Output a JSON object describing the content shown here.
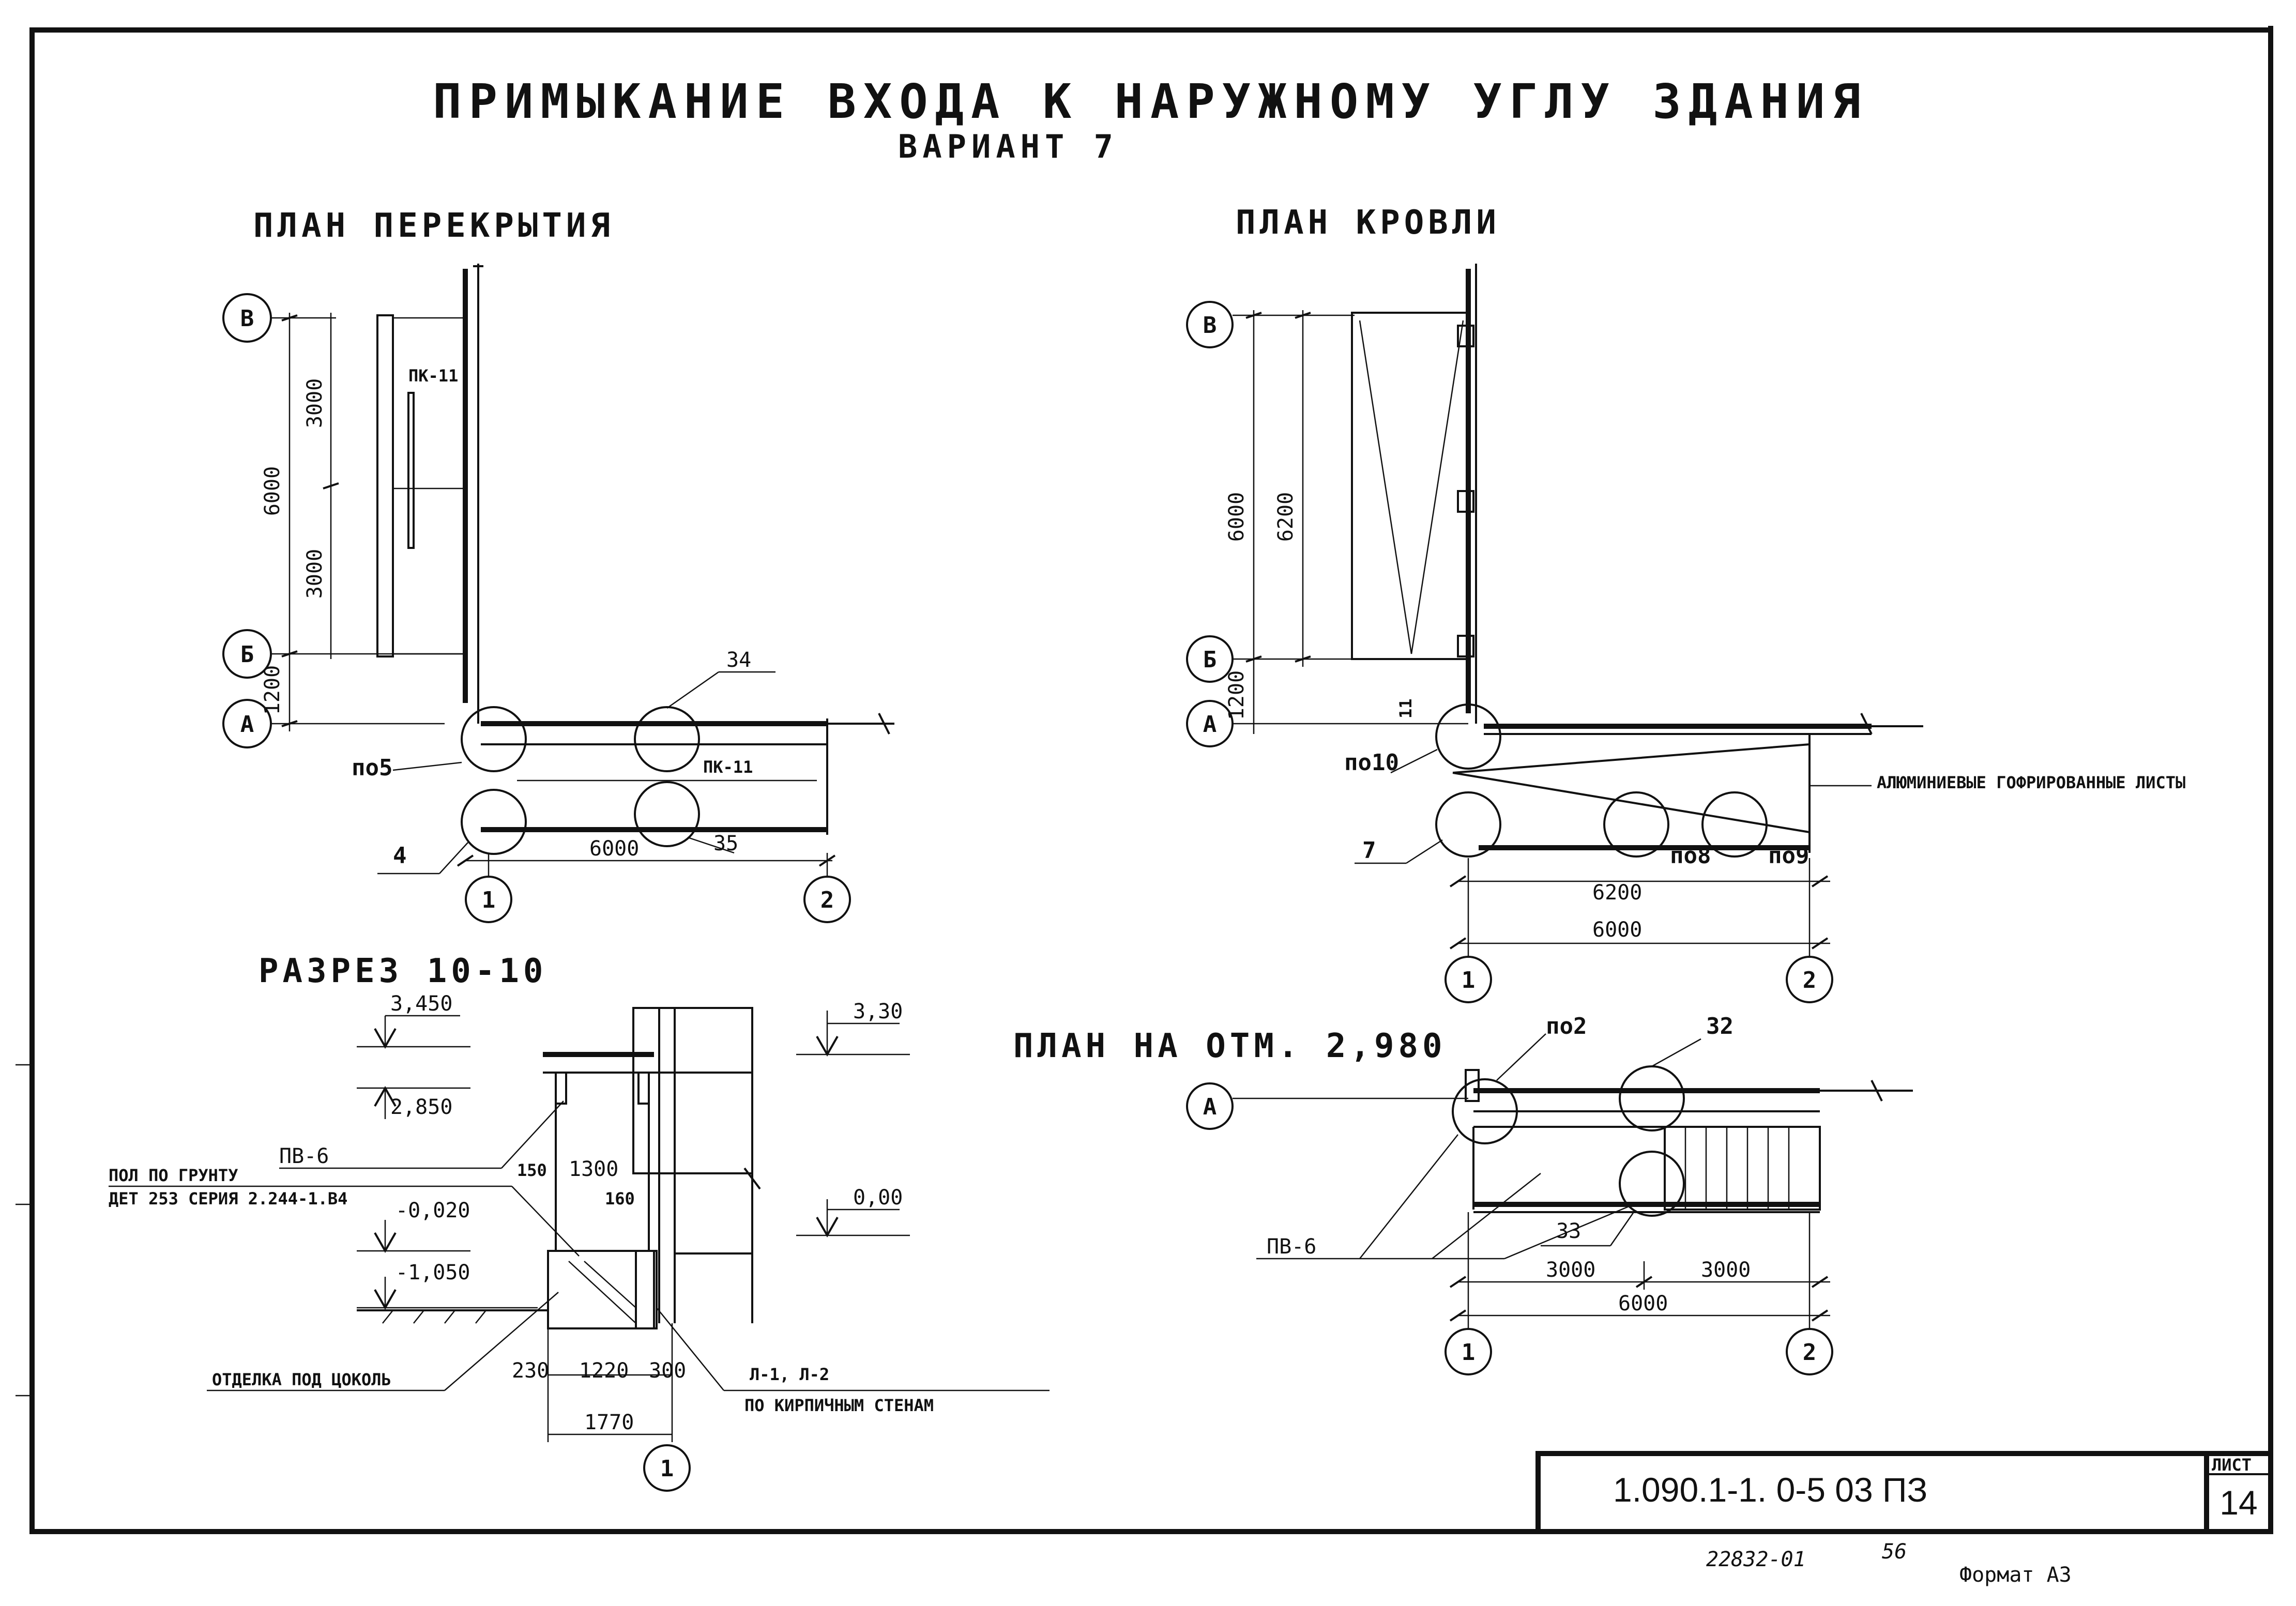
{
  "title": "ПРИМЫКАНИЕ ВХОДА К НАРУЖНОМУ УГЛУ ЗДАНИЯ",
  "variant": "ВАРИАНТ 7",
  "views": {
    "floor_plan": {
      "heading": "ПЛАН ПЕРЕКРЫТИЯ",
      "axes": {
        "top": "В",
        "mid": "Б",
        "low": "А",
        "left": "1",
        "right": "2"
      },
      "dims": {
        "total": "6000",
        "half_top": "3000",
        "half_bottom": "3000",
        "offset": "1200",
        "span": "6000"
      },
      "labels": {
        "panel_top": "ПК-11",
        "panel_bottom": "ПК-11",
        "node_left": "по5",
        "node_low": "4",
        "ref_34": "34",
        "ref_35": "35"
      }
    },
    "roof_plan": {
      "heading": "ПЛАН КРОВЛИ",
      "axes": {
        "top": "В",
        "mid": "Б",
        "low": "А",
        "left": "1",
        "right": "2"
      },
      "dims": {
        "total": "6000",
        "inner": "6200",
        "offset": "1200",
        "span_a": "6200",
        "span_b": "6000",
        "small": "11"
      },
      "labels": {
        "node_10": "по10",
        "node_7": "7",
        "node_8": "по8",
        "node_9": "по9",
        "note": "АЛЮМИНИЕВЫЕ ГОФРИРОВАННЫЕ ЛИСТЫ"
      }
    },
    "section": {
      "heading": "РАЗРЕЗ 10-10",
      "levels": {
        "l1": "3,450",
        "l2": "2,850",
        "l3": "-0,020",
        "l4": "-1,050",
        "l5": "3,30",
        "l6": "0,00"
      },
      "dims": {
        "d150": "150",
        "d1300": "1300",
        "d160": "160",
        "d230": "230",
        "d1220": "1220",
        "d300": "300",
        "d1770": "1770"
      },
      "labels": {
        "pv6": "ПВ-6",
        "floor_note_1": "ПОЛ ПО ГРУНТУ",
        "floor_note_2": "ДЕТ 253 СЕРИЯ 2.244-1.В4",
        "finish_note": "ОТДЕЛКА ПОД ЦОКОЛЬ",
        "wall_note_1": "Л-1, Л-2",
        "wall_note_2": "ПО КИРПИЧНЫМ СТЕНАМ",
        "axis": "1"
      }
    },
    "level_plan": {
      "heading": "ПЛАН НА ОТМ. 2,980",
      "axes": {
        "row": "А",
        "left": "1",
        "right": "2"
      },
      "dims": {
        "a": "3000",
        "b": "3000",
        "total": "6000"
      },
      "labels": {
        "node_2": "по2",
        "ref_32": "32",
        "ref_33": "33",
        "pv6": "ПВ-6"
      }
    }
  },
  "title_block": {
    "code": "1.090.1-1. 0-5 03 ПЗ",
    "sheet_label": "ЛИСТ",
    "sheet_no": "14",
    "archive_no": "22832-01",
    "archive_sheet": "56",
    "format": "Формат А3"
  }
}
